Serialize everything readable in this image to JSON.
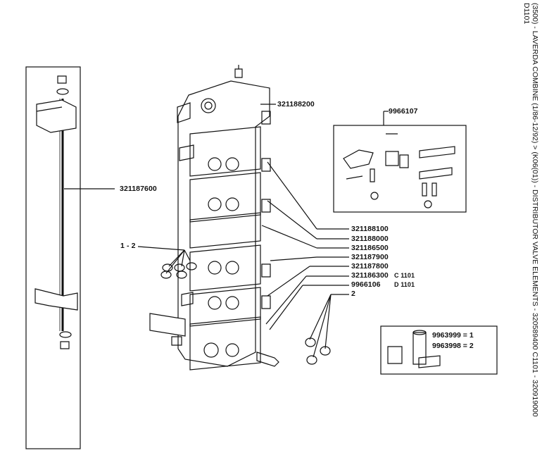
{
  "header": {
    "title_line1": "(3500) - LAVERDA COMBINE (1/86-12/92) > (K06(01)) - DISTRIBUTOR VALVE ELEMENTS - 320589400 C1101 - 320919000",
    "title_line2": "D1101"
  },
  "labels": {
    "rod": "321187600",
    "top_fitting": "321188200",
    "kit_top": "9966107",
    "washers_left": "1 - 2",
    "parts": [
      "321188100",
      "321188000",
      "321186500",
      "321187900",
      "321187800"
    ],
    "part_c": "321186300",
    "part_c_suffix": "C 1101",
    "part_d": "9966106",
    "part_d_suffix": "D 1101",
    "washers_right": "2"
  },
  "legend_box": {
    "line1": "9963999 = 1",
    "line2": "9963998 = 2"
  }
}
